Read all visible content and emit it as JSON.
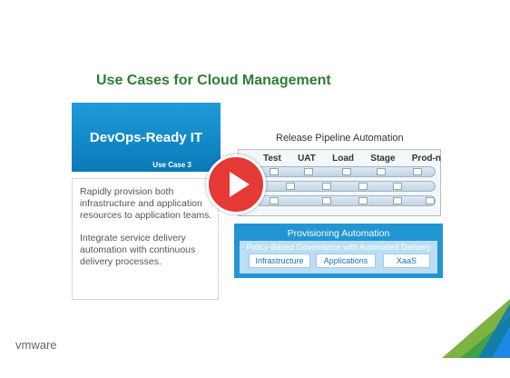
{
  "slide": {
    "title": "Use Cases for Cloud Management",
    "use_case": {
      "heading": "DevOps-Ready IT",
      "label": "Use Case 3"
    },
    "description": [
      "Rapidly provision both infrastructure and application resources to application teams.",
      "Integrate service delivery automation with continuous delivery processes."
    ],
    "pipeline": {
      "title": "Release Pipeline Automation",
      "stages": [
        "Test",
        "UAT",
        "Load",
        "Stage",
        "Prod-n"
      ]
    },
    "provisioning": {
      "title": "Provisioning Automation",
      "policy": "Policy-Based Governance with Automated Delivery",
      "items": [
        "Infrastructure",
        "Applications",
        "XaaS"
      ]
    },
    "brand": "vmware",
    "colors": {
      "title_green": "#2e7d32",
      "blue": "#0a79b8",
      "play_red": "#e53935"
    },
    "icons": {
      "play": "play-icon",
      "corner": "vmware-corner-logo"
    }
  }
}
